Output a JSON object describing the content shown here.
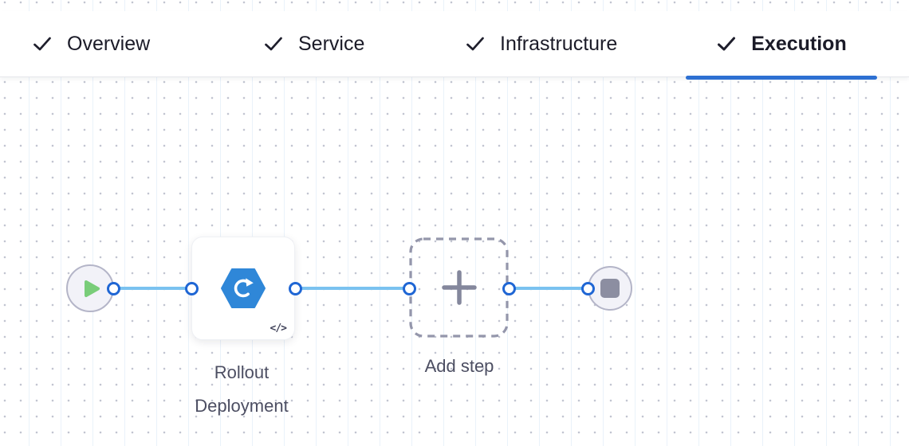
{
  "tab_bar": {
    "tabs": [
      {
        "label": "Overview",
        "checked": true,
        "active": false
      },
      {
        "label": "Service",
        "checked": true,
        "active": false
      },
      {
        "label": "Infrastructure",
        "checked": true,
        "active": false
      },
      {
        "label": "Execution",
        "checked": true,
        "active": true
      }
    ]
  },
  "pipeline": {
    "step_label": "Rollout Deployment",
    "add_step_label": "Add step"
  },
  "icons": {
    "check": "✓",
    "play": "▶",
    "stop": "■",
    "plus": "+",
    "code_badge": "</>",
    "rollout_deployment": "blue-hexagon-with-circular-arrow"
  },
  "colors": {
    "active_tab_underline": "#2d70d2",
    "tab_text": "#1b1b28",
    "connector_line": "#7ac2f0",
    "port_border": "#1f66d4",
    "step_icon_blue": "#2f87d8",
    "play_green": "#79cd79",
    "node_fill": "#f2f2f8",
    "node_border": "#b4b5c8",
    "stop_gray": "#8c8ea1"
  }
}
